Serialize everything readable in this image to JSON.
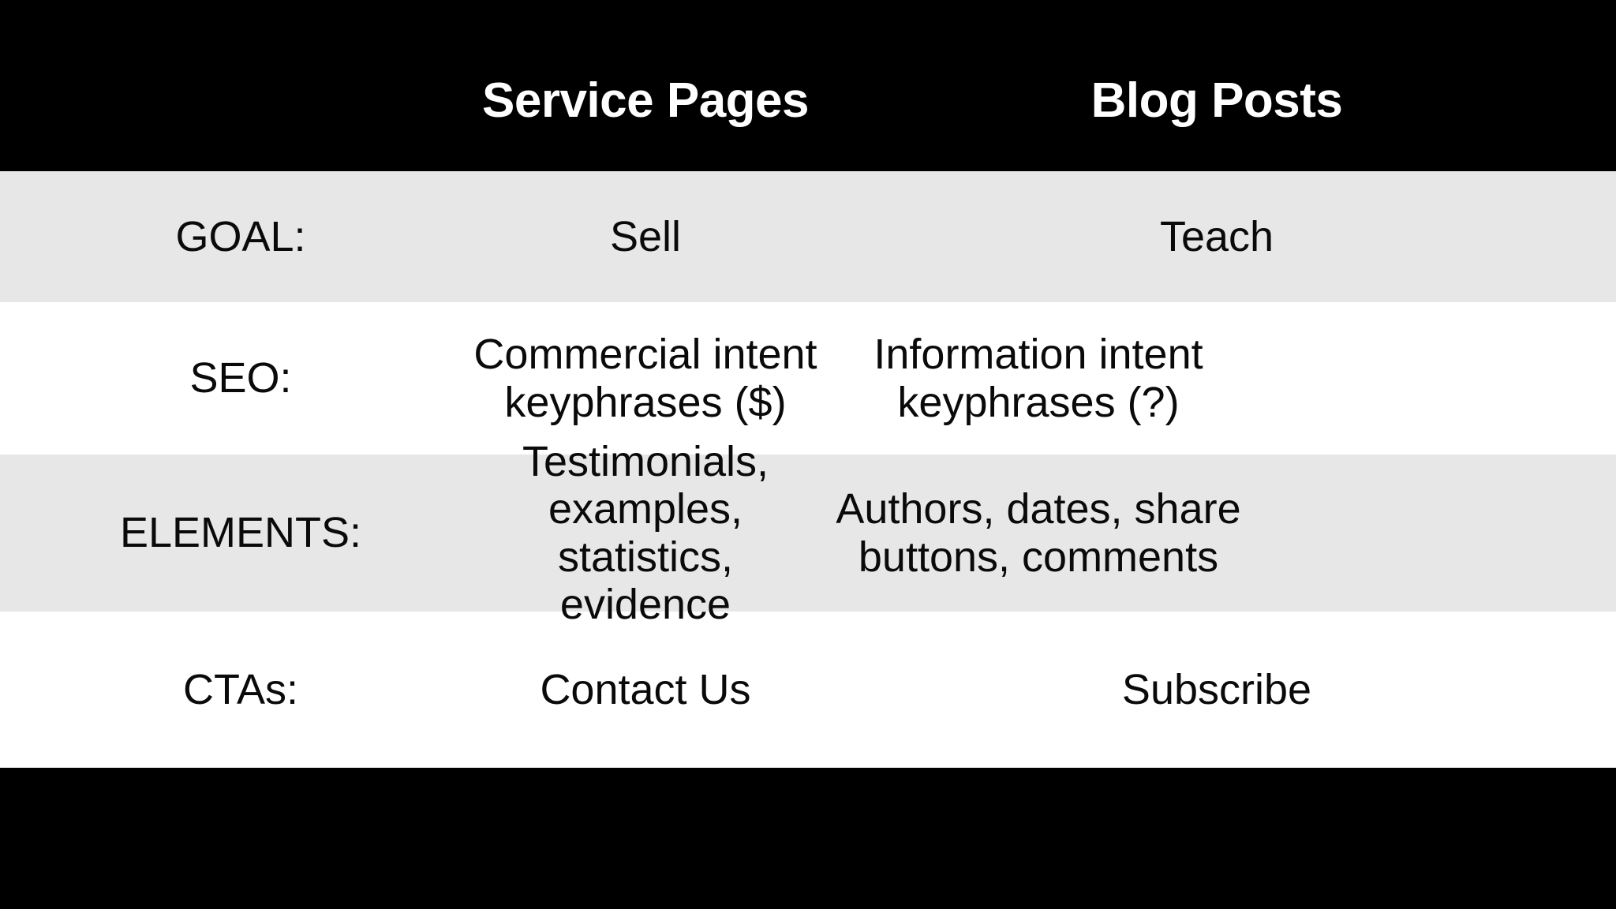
{
  "slide": {
    "background_color": "#000000",
    "header_band_color": "#000000",
    "header_text_color": "#ffffff",
    "row_alt_color": "#e7e7e7",
    "row_base_color": "#ffffff",
    "body_text_color": "#0a0a0a"
  },
  "table": {
    "columns": [
      {
        "key": "label",
        "header": ""
      },
      {
        "key": "service",
        "header": "Service Pages"
      },
      {
        "key": "blog",
        "header": "Blog Posts"
      }
    ],
    "rows": [
      {
        "label": "GOAL:",
        "service": "Sell",
        "blog": "Teach"
      },
      {
        "label": "SEO:",
        "service": "Commercial intent keyphrases ($)",
        "blog": "Information intent keyphrases (?)"
      },
      {
        "label": "ELEMENTS:",
        "service": "Testimonials, examples, statistics, evidence",
        "blog": "Authors, dates, share buttons, comments"
      },
      {
        "label": "CTAs:",
        "service": "Contact Us",
        "blog": "Subscribe"
      }
    ]
  }
}
